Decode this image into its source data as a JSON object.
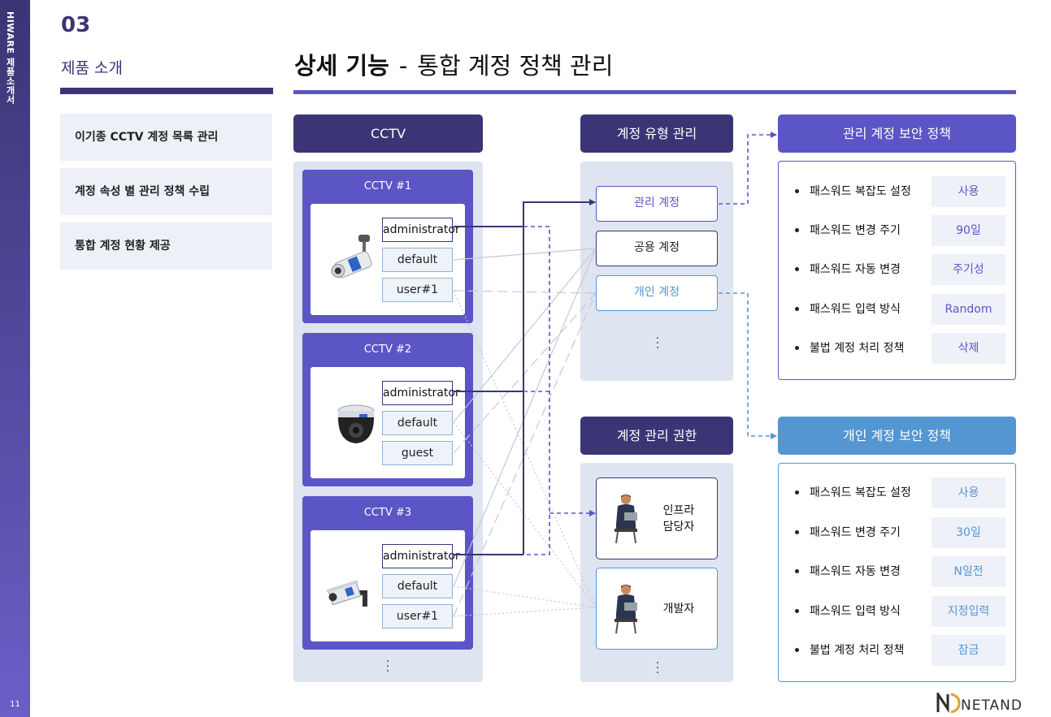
{
  "side": {
    "vertical_text": "HIWARE 제품소개서",
    "page_number": "11"
  },
  "section": {
    "number": "03",
    "name": "제품 소개"
  },
  "title": {
    "bold": "상세 기능",
    "separator": "-",
    "rest": "통합 계정 정책 관리"
  },
  "menu": [
    {
      "label": "이기종 CCTV 계정 목록 관리"
    },
    {
      "label": "계정 속성 별 관리 정책 수립"
    },
    {
      "label": "통합 계정 현황 제공"
    }
  ],
  "headers": {
    "cctv": "CCTV",
    "account_type": "계정 유형 관리",
    "admin_policy": "관리 계정 보안 정책",
    "authority": "계정 관리 권한",
    "personal_policy": "개인 계정 보안 정책"
  },
  "cctvs": [
    {
      "title": "CCTV #1",
      "camera_icon": "bullet-camera-icon",
      "accounts": [
        "administrator",
        "default",
        "user#1"
      ]
    },
    {
      "title": "CCTV #2",
      "camera_icon": "dome-camera-icon",
      "accounts": [
        "administrator",
        "default",
        "guest"
      ]
    },
    {
      "title": "CCTV #3",
      "camera_icon": "box-camera-icon",
      "accounts": [
        "administrator",
        "default",
        "user#1"
      ]
    }
  ],
  "account_types": [
    {
      "label": "관리 계정"
    },
    {
      "label": "공용 계정"
    },
    {
      "label": "개인 계정"
    }
  ],
  "roles": [
    {
      "label_line1": "인프라",
      "label_line2": "담당자",
      "icon": "person-laptop-icon"
    },
    {
      "label_line1": "개발자",
      "label_line2": "",
      "icon": "person-laptop-icon"
    }
  ],
  "admin_policy": [
    {
      "label": "패스워드 복잡도 설정",
      "value": "사용"
    },
    {
      "label": "패스워드 변경 주기",
      "value": "90일"
    },
    {
      "label": "패스워드 자동 변경",
      "value": "주기성"
    },
    {
      "label": "패스워드 입력 방식",
      "value": "Random"
    },
    {
      "label": "불법 계정 처리 정책",
      "value": "삭제"
    }
  ],
  "personal_policy": [
    {
      "label": "패스워드 복잡도 설정",
      "value": "사용"
    },
    {
      "label": "패스워드 변경 주기",
      "value": "30일"
    },
    {
      "label": "패스워드 자동 변경",
      "value": "N일전"
    },
    {
      "label": "패스워드 입력 방식",
      "value": "지정입력"
    },
    {
      "label": "불법 계정 처리 정책",
      "value": "잠금"
    }
  ],
  "logo": {
    "text": "NETAND"
  },
  "colors": {
    "navy": "#3b3575",
    "purple": "#5b55c6",
    "blue": "#5496d1",
    "panel": "#dfe4f1"
  }
}
